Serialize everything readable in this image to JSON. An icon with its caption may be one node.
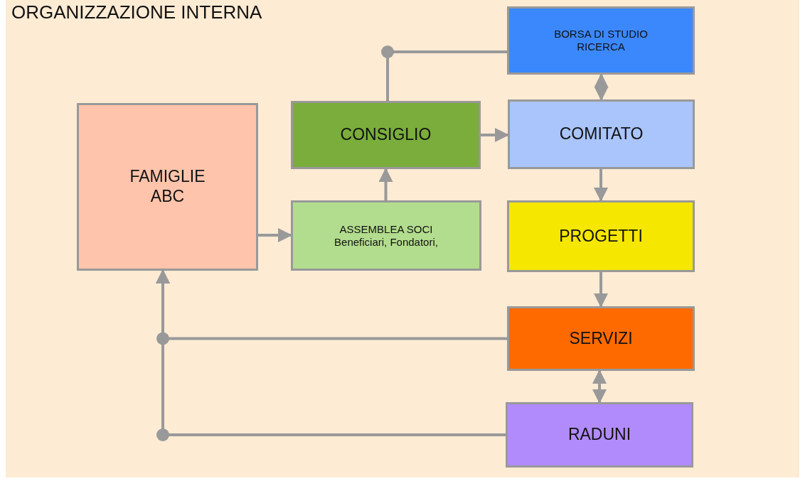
{
  "diagram": {
    "title": "ORGANIZZAZIONE INTERNA",
    "nodes": [
      {
        "text": [
          "FAMIGLIE ABC"
        ]
      },
      {
        "text": [
          "CONSIGLIO"
        ]
      },
      {
        "text": [
          "ASSEMBLEA SOCI",
          "Beneficiari, Fondatori,"
        ]
      },
      {
        "text": [
          "BORSA DI STUDIO RICERCA"
        ]
      },
      {
        "text": [
          "COMITATO"
        ]
      },
      {
        "text": [
          "PROGETTI"
        ]
      },
      {
        "text": [
          "SERVIZI"
        ]
      },
      {
        "text": [
          "RADUNI"
        ]
      }
    ],
    "edges": [
      {
        "from": 3,
        "to": 1,
        "arrow": "none"
      },
      {
        "from": 3,
        "to": 4,
        "arrow": "both"
      },
      {
        "from": 1,
        "to": 4,
        "arrow": "to"
      },
      {
        "from": 2,
        "to": 1,
        "arrow": "to"
      },
      {
        "from": 0,
        "to": 2,
        "arrow": "to"
      },
      {
        "from": 4,
        "to": 5,
        "arrow": "to"
      },
      {
        "from": 5,
        "to": 6,
        "arrow": "to"
      },
      {
        "from": 6,
        "to": 7,
        "arrow": "both"
      },
      {
        "from": 6,
        "to": 0,
        "arrow": "to"
      },
      {
        "from": 7,
        "to": 0,
        "arrow": "to"
      }
    ]
  }
}
